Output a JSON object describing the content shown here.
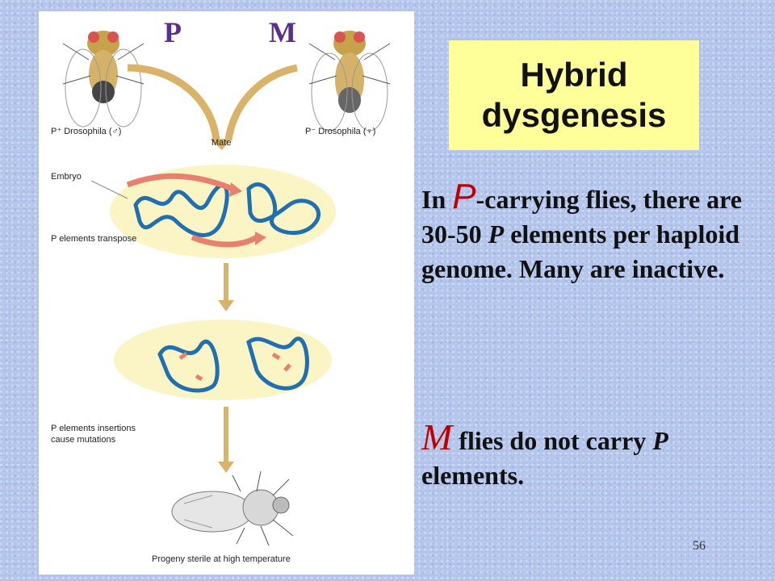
{
  "figure": {
    "label_p": "P",
    "label_m": "M",
    "caption_p_plus": "P⁺ Drosophila (♂)",
    "caption_p_minus": "P⁻ Drosophila (♀)",
    "mate": "Mate",
    "embryo": "Embryo",
    "transpose": "P elements transpose",
    "insertions_line1": "P elements insertions",
    "insertions_line2": "cause mutations",
    "progeny": "Progeny sterile at high temperature"
  },
  "title": "Hybrid dysgenesis",
  "para1": {
    "w1": "In ",
    "big_p": "P",
    "w2": "-carrying flies, there are 30-50 ",
    "p_it": "P",
    "w3": " elements per haploid genome. Many are inactive."
  },
  "para2": {
    "big_m": "M",
    "w1": " flies do not carry ",
    "p_it": "P",
    "w2": " elements."
  },
  "page_number": "56"
}
